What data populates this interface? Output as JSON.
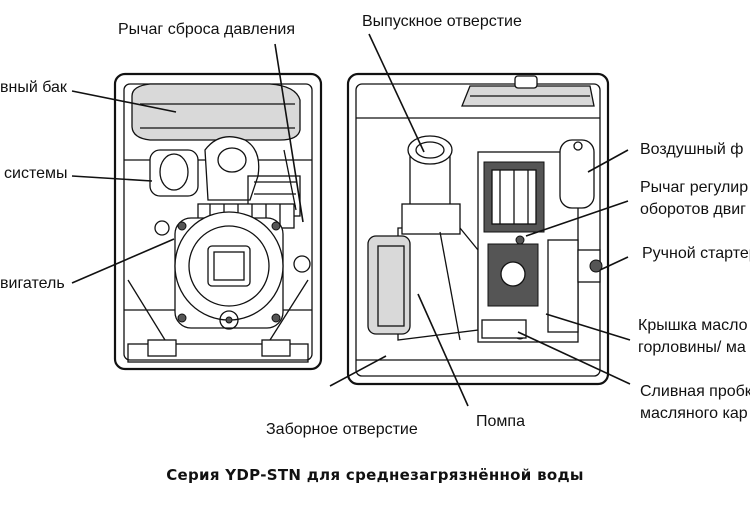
{
  "labels": {
    "pressure_lever": "Рычаг сброса давления",
    "outlet": "Выпускное отверстие",
    "fuel_tank": "вный бак",
    "system": "системы",
    "engine": "вигатель",
    "air_filter": "Воздушный ф",
    "speed_lever_1": "Рычаг регулир",
    "speed_lever_2": "оборотов двиг",
    "manual_starter": "Ручной стартер",
    "oil_cap_1": "Крышка масло",
    "oil_cap_2": "горловины/ ма",
    "drain_plug_1": "Сливная пробк",
    "drain_plug_2": "масляного кар",
    "inlet": "Заборное отверстие",
    "pump": "Помпа"
  },
  "caption": "Серия YDP-STN для среднезагрязнённой воды"
}
